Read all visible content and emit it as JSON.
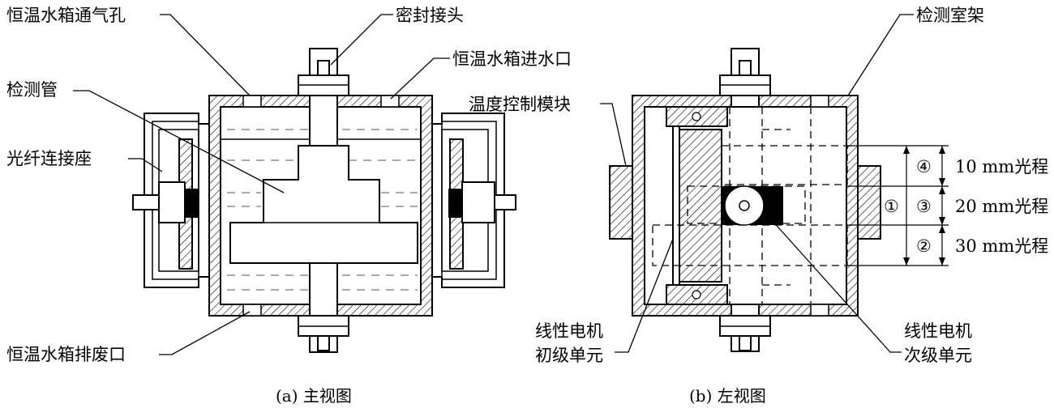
{
  "front_view": {
    "caption": "(a) 主视图",
    "labels": {
      "vent": "恒温水箱通气孔",
      "seal": "密封接头",
      "inlet": "恒温水箱进水口",
      "tube": "检测管",
      "fiber_seat": "光纤连接座",
      "drain": "恒温水箱排废口"
    }
  },
  "side_view": {
    "caption": "(b) 左视图",
    "labels": {
      "frame": "检测室架",
      "temp_module": "温度控制模块",
      "primary_1": "线性电机",
      "primary_2": "初级单元",
      "secondary_1": "线性电机",
      "secondary_2": "次级单元"
    },
    "markers": [
      "①",
      "②",
      "③",
      "④"
    ],
    "strokes": [
      "10 mm光程",
      "20 mm光程",
      "30 mm光程"
    ]
  },
  "colors": {
    "line": "#000000",
    "fill": "#ffffff",
    "dark": "#000000"
  }
}
